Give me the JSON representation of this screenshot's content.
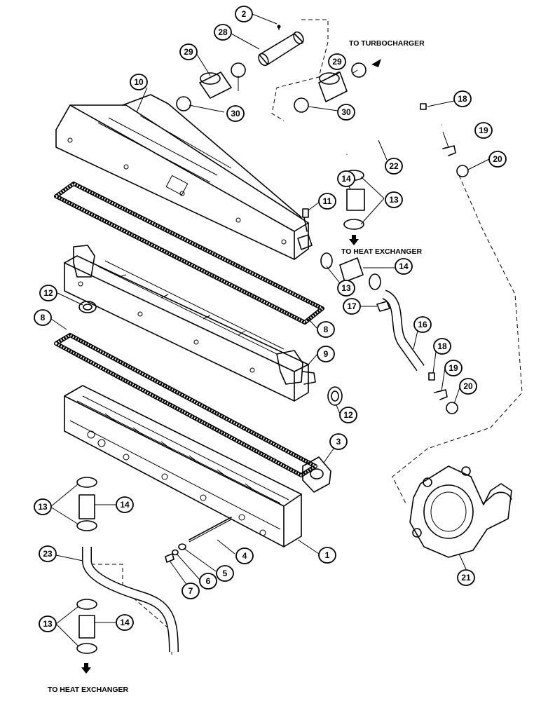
{
  "destinations": {
    "turbocharger": "TO TURBOCHARGER",
    "heat_exchanger_mid": "TO HEAT EXCHANGER",
    "heat_exchanger_bottom": "TO HEAT EXCHANGER"
  },
  "callouts": {
    "c1": "1",
    "c2": "2",
    "c3": "3",
    "c4": "4",
    "c5": "5",
    "c6": "6",
    "c7": "7",
    "c8a": "8",
    "c8b": "8",
    "c9": "9",
    "c10": "10",
    "c11": "11",
    "c12a": "12",
    "c12b": "12",
    "c13a": "13",
    "c13b": "13",
    "c13c": "13",
    "c13d": "13",
    "c14a": "14",
    "c14b": "14",
    "c14c": "14",
    "c14d": "14",
    "c16": "16",
    "c17": "17",
    "c18a": "18",
    "c18b": "18",
    "c19a": "19",
    "c19b": "19",
    "c20a": "20",
    "c20b": "20",
    "c21": "21",
    "c22": "22",
    "c23": "23",
    "c28": "28",
    "c29a": "29",
    "c29b": "29",
    "c30a": "30",
    "c30b": "30"
  }
}
